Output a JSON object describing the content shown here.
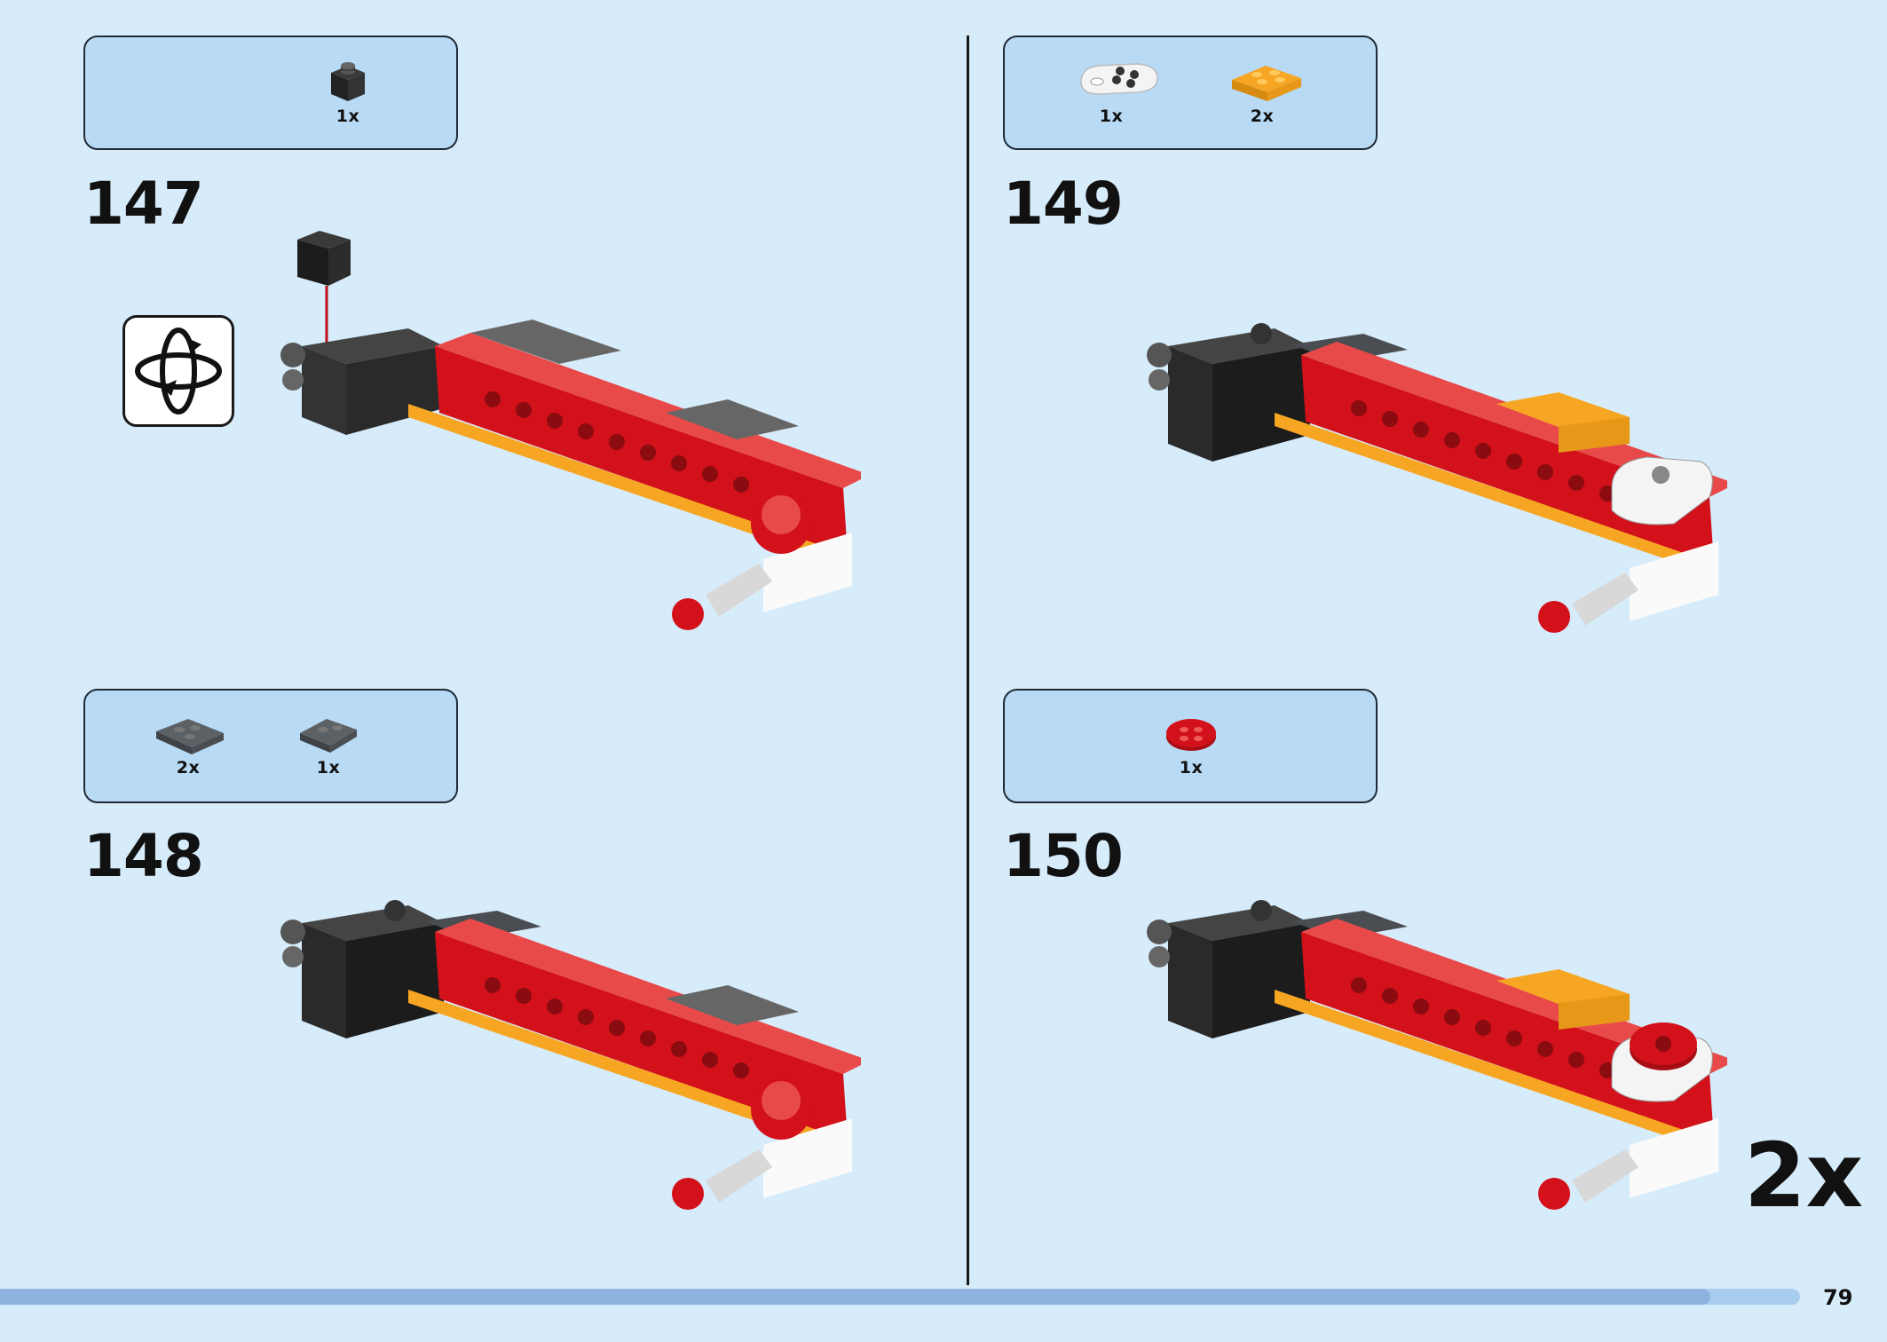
{
  "page_number": "79",
  "progress": 0.95,
  "multiplier": "2x",
  "steps": [
    {
      "number": "147",
      "parts": [
        {
          "qty": "1x",
          "icon": "black-brick-1x1-icon"
        }
      ]
    },
    {
      "number": "148",
      "parts": [
        {
          "qty": "2x",
          "icon": "dark-gray-wedge-plate-icon"
        },
        {
          "qty": "1x",
          "icon": "dark-gray-round-plate-icon"
        }
      ]
    },
    {
      "number": "149",
      "parts": [
        {
          "qty": "1x",
          "icon": "white-round-end-plate-icon"
        },
        {
          "qty": "2x",
          "icon": "orange-plate-2x2-icon"
        }
      ]
    },
    {
      "number": "150",
      "parts": [
        {
          "qty": "1x",
          "icon": "red-round-plate-icon"
        }
      ]
    }
  ],
  "colors": {
    "background": "#d7ecfb",
    "parts_box": "#b8daf5",
    "red": "#d3111b",
    "orange": "#f6a623",
    "dark_gray": "#555a5f",
    "black": "#1c1c1c"
  }
}
